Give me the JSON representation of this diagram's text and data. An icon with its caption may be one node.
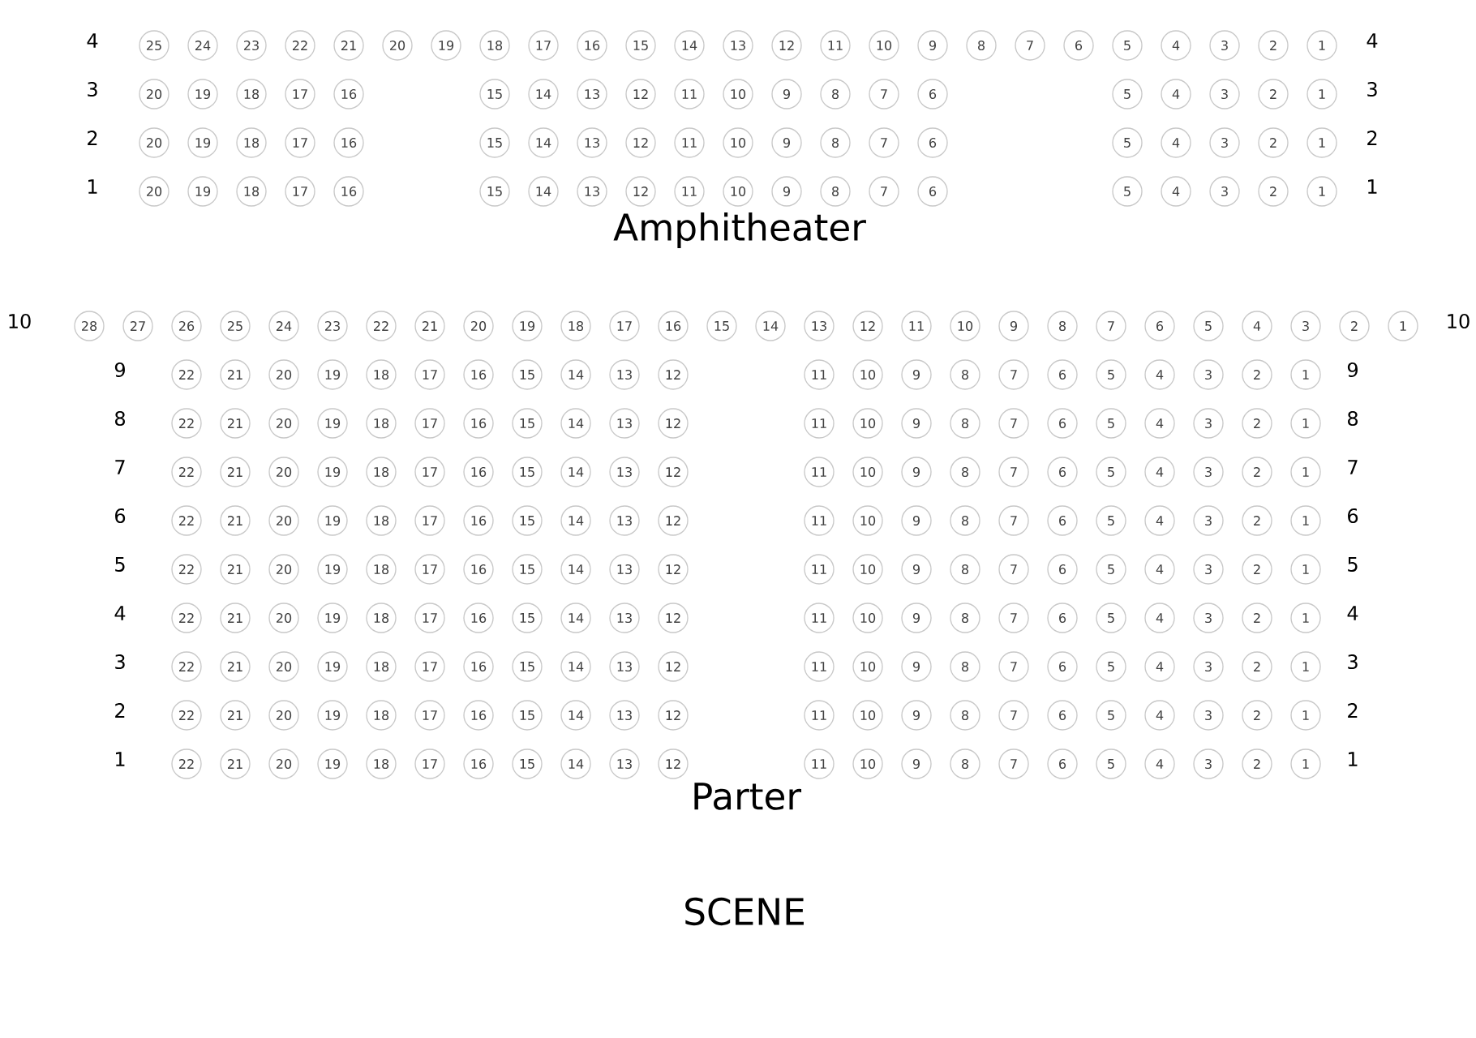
{
  "diagram": {
    "nodes": [
      {
        "text": [
          "25"
        ]
      },
      {
        "text": [
          "24"
        ]
      },
      {
        "text": [
          "23"
        ]
      },
      {
        "text": [
          "22"
        ]
      },
      {
        "text": [
          "21"
        ]
      },
      {
        "text": [
          "20"
        ]
      },
      {
        "text": [
          "19"
        ]
      },
      {
        "text": [
          "18"
        ]
      },
      {
        "text": [
          "17"
        ]
      },
      {
        "text": [
          "16"
        ]
      },
      {
        "text": [
          "15"
        ]
      },
      {
        "text": [
          "14"
        ]
      },
      {
        "text": [
          "13"
        ]
      },
      {
        "text": [
          "12"
        ]
      },
      {
        "text": [
          "11"
        ]
      },
      {
        "text": [
          "10"
        ]
      },
      {
        "text": [
          "9"
        ]
      },
      {
        "text": [
          "8"
        ]
      },
      {
        "text": [
          "7"
        ]
      },
      {
        "text": [
          "6"
        ]
      },
      {
        "text": [
          "5"
        ]
      },
      {
        "text": [
          "4"
        ]
      },
      {
        "text": [
          "3"
        ]
      },
      {
        "text": [
          "2"
        ]
      },
      {
        "text": [
          "1"
        ]
      },
      {
        "text": [
          "20"
        ]
      },
      {
        "text": [
          "19"
        ]
      },
      {
        "text": [
          "18"
        ]
      },
      {
        "text": [
          "17"
        ]
      },
      {
        "text": [
          "16"
        ]
      },
      {
        "text": [
          "15"
        ]
      },
      {
        "text": [
          "14"
        ]
      },
      {
        "text": [
          "13"
        ]
      },
      {
        "text": [
          "12"
        ]
      },
      {
        "text": [
          "11"
        ]
      },
      {
        "text": [
          "10"
        ]
      },
      {
        "text": [
          "9"
        ]
      },
      {
        "text": [
          "8"
        ]
      },
      {
        "text": [
          "7"
        ]
      },
      {
        "text": [
          "6"
        ]
      },
      {
        "text": [
          "5"
        ]
      },
      {
        "text": [
          "4"
        ]
      },
      {
        "text": [
          "3"
        ]
      },
      {
        "text": [
          "2"
        ]
      },
      {
        "text": [
          "1"
        ]
      },
      {
        "text": [
          "20"
        ]
      },
      {
        "text": [
          "19"
        ]
      },
      {
        "text": [
          "18"
        ]
      },
      {
        "text": [
          "17"
        ]
      },
      {
        "text": [
          "16"
        ]
      },
      {
        "text": [
          "15"
        ]
      },
      {
        "text": [
          "14"
        ]
      },
      {
        "text": [
          "13"
        ]
      },
      {
        "text": [
          "12"
        ]
      },
      {
        "text": [
          "11"
        ]
      },
      {
        "text": [
          "10"
        ]
      },
      {
        "text": [
          "9"
        ]
      },
      {
        "text": [
          "8"
        ]
      },
      {
        "text": [
          "7"
        ]
      },
      {
        "text": [
          "6"
        ]
      },
      {
        "text": [
          "5"
        ]
      },
      {
        "text": [
          "4"
        ]
      },
      {
        "text": [
          "3"
        ]
      },
      {
        "text": [
          "2"
        ]
      },
      {
        "text": [
          "1"
        ]
      },
      {
        "text": [
          "20"
        ]
      },
      {
        "text": [
          "19"
        ]
      },
      {
        "text": [
          "18"
        ]
      },
      {
        "text": [
          "17"
        ]
      },
      {
        "text": [
          "16"
        ]
      },
      {
        "text": [
          "15"
        ]
      },
      {
        "text": [
          "14"
        ]
      },
      {
        "text": [
          "13"
        ]
      },
      {
        "text": [
          "12"
        ]
      },
      {
        "text": [
          "11"
        ]
      },
      {
        "text": [
          "10"
        ]
      },
      {
        "text": [
          "9"
        ]
      },
      {
        "text": [
          "8"
        ]
      },
      {
        "text": [
          "7"
        ]
      },
      {
        "text": [
          "6"
        ]
      },
      {
        "text": [
          "5"
        ]
      },
      {
        "text": [
          "4"
        ]
      },
      {
        "text": [
          "3"
        ]
      },
      {
        "text": [
          "2"
        ]
      },
      {
        "text": [
          "1"
        ]
      },
      {
        "text": [
          "28"
        ]
      },
      {
        "text": [
          "27"
        ]
      },
      {
        "text": [
          "26"
        ]
      },
      {
        "text": [
          "25"
        ]
      },
      {
        "text": [
          "24"
        ]
      },
      {
        "text": [
          "23"
        ]
      },
      {
        "text": [
          "22"
        ]
      },
      {
        "text": [
          "21"
        ]
      },
      {
        "text": [
          "20"
        ]
      },
      {
        "text": [
          "19"
        ]
      },
      {
        "text": [
          "18"
        ]
      },
      {
        "text": [
          "17"
        ]
      },
      {
        "text": [
          "16"
        ]
      },
      {
        "text": [
          "15"
        ]
      },
      {
        "text": [
          "14"
        ]
      },
      {
        "text": [
          "13"
        ]
      },
      {
        "text": [
          "12"
        ]
      },
      {
        "text": [
          "11"
        ]
      },
      {
        "text": [
          "10"
        ]
      },
      {
        "text": [
          "9"
        ]
      },
      {
        "text": [
          "8"
        ]
      },
      {
        "text": [
          "7"
        ]
      },
      {
        "text": [
          "6"
        ]
      },
      {
        "text": [
          "5"
        ]
      },
      {
        "text": [
          "4"
        ]
      },
      {
        "text": [
          "3"
        ]
      },
      {
        "text": [
          "2"
        ]
      },
      {
        "text": [
          "1"
        ]
      },
      {
        "text": [
          "22"
        ]
      },
      {
        "text": [
          "21"
        ]
      },
      {
        "text": [
          "20"
        ]
      },
      {
        "text": [
          "19"
        ]
      },
      {
        "text": [
          "18"
        ]
      },
      {
        "text": [
          "17"
        ]
      },
      {
        "text": [
          "16"
        ]
      },
      {
        "text": [
          "15"
        ]
      },
      {
        "text": [
          "14"
        ]
      },
      {
        "text": [
          "13"
        ]
      },
      {
        "text": [
          "12"
        ]
      },
      {
        "text": [
          "11"
        ]
      },
      {
        "text": [
          "10"
        ]
      },
      {
        "text": [
          "9"
        ]
      },
      {
        "text": [
          "8"
        ]
      },
      {
        "text": [
          "7"
        ]
      },
      {
        "text": [
          "6"
        ]
      },
      {
        "text": [
          "5"
        ]
      },
      {
        "text": [
          "4"
        ]
      },
      {
        "text": [
          "3"
        ]
      },
      {
        "text": [
          "2"
        ]
      },
      {
        "text": [
          "1"
        ]
      },
      {
        "text": [
          "22"
        ]
      },
      {
        "text": [
          "21"
        ]
      },
      {
        "text": [
          "20"
        ]
      },
      {
        "text": [
          "19"
        ]
      },
      {
        "text": [
          "18"
        ]
      },
      {
        "text": [
          "17"
        ]
      },
      {
        "text": [
          "16"
        ]
      },
      {
        "text": [
          "15"
        ]
      },
      {
        "text": [
          "14"
        ]
      },
      {
        "text": [
          "13"
        ]
      },
      {
        "text": [
          "12"
        ]
      },
      {
        "text": [
          "11"
        ]
      },
      {
        "text": [
          "10"
        ]
      },
      {
        "text": [
          "9"
        ]
      },
      {
        "text": [
          "8"
        ]
      },
      {
        "text": [
          "7"
        ]
      },
      {
        "text": [
          "6"
        ]
      },
      {
        "text": [
          "5"
        ]
      },
      {
        "text": [
          "4"
        ]
      },
      {
        "text": [
          "3"
        ]
      },
      {
        "text": [
          "2"
        ]
      },
      {
        "text": [
          "1"
        ]
      },
      {
        "text": [
          "22"
        ]
      },
      {
        "text": [
          "21"
        ]
      },
      {
        "text": [
          "20"
        ]
      },
      {
        "text": [
          "19"
        ]
      },
      {
        "text": [
          "18"
        ]
      },
      {
        "text": [
          "17"
        ]
      },
      {
        "text": [
          "16"
        ]
      },
      {
        "text": [
          "15"
        ]
      },
      {
        "text": [
          "14"
        ]
      },
      {
        "text": [
          "13"
        ]
      },
      {
        "text": [
          "12"
        ]
      },
      {
        "text": [
          "11"
        ]
      },
      {
        "text": [
          "10"
        ]
      },
      {
        "text": [
          "9"
        ]
      },
      {
        "text": [
          "8"
        ]
      },
      {
        "text": [
          "7"
        ]
      },
      {
        "text": [
          "6"
        ]
      },
      {
        "text": [
          "5"
        ]
      },
      {
        "text": [
          "4"
        ]
      },
      {
        "text": [
          "3"
        ]
      },
      {
        "text": [
          "2"
        ]
      },
      {
        "text": [
          "1"
        ]
      },
      {
        "text": [
          "22"
        ]
      },
      {
        "text": [
          "21"
        ]
      },
      {
        "text": [
          "20"
        ]
      },
      {
        "text": [
          "19"
        ]
      },
      {
        "text": [
          "18"
        ]
      },
      {
        "text": [
          "17"
        ]
      },
      {
        "text": [
          "16"
        ]
      },
      {
        "text": [
          "15"
        ]
      },
      {
        "text": [
          "14"
        ]
      },
      {
        "text": [
          "13"
        ]
      },
      {
        "text": [
          "12"
        ]
      },
      {
        "text": [
          "11"
        ]
      },
      {
        "text": [
          "10"
        ]
      },
      {
        "text": [
          "9"
        ]
      },
      {
        "text": [
          "8"
        ]
      },
      {
        "text": [
          "7"
        ]
      },
      {
        "text": [
          "6"
        ]
      },
      {
        "text": [
          "5"
        ]
      },
      {
        "text": [
          "4"
        ]
      },
      {
        "text": [
          "3"
        ]
      },
      {
        "text": [
          "2"
        ]
      },
      {
        "text": [
          "1"
        ]
      },
      {
        "text": [
          "22"
        ]
      },
      {
        "text": [
          "21"
        ]
      },
      {
        "text": [
          "20"
        ]
      },
      {
        "text": [
          "19"
        ]
      },
      {
        "text": [
          "18"
        ]
      },
      {
        "text": [
          "17"
        ]
      },
      {
        "text": [
          "16"
        ]
      },
      {
        "text": [
          "15"
        ]
      },
      {
        "text": [
          "14"
        ]
      },
      {
        "text": [
          "13"
        ]
      },
      {
        "text": [
          "12"
        ]
      },
      {
        "text": [
          "11"
        ]
      },
      {
        "text": [
          "10"
        ]
      },
      {
        "text": [
          "9"
        ]
      },
      {
        "text": [
          "8"
        ]
      },
      {
        "text": [
          "7"
        ]
      },
      {
        "text": [
          "6"
        ]
      },
      {
        "text": [
          "5"
        ]
      },
      {
        "text": [
          "4"
        ]
      },
      {
        "text": [
          "3"
        ]
      },
      {
        "text": [
          "2"
        ]
      },
      {
        "text": [
          "1"
        ]
      },
      {
        "text": [
          "22"
        ]
      },
      {
        "text": [
          "21"
        ]
      },
      {
        "text": [
          "20"
        ]
      },
      {
        "text": [
          "19"
        ]
      },
      {
        "text": [
          "18"
        ]
      },
      {
        "text": [
          "17"
        ]
      },
      {
        "text": [
          "16"
        ]
      },
      {
        "text": [
          "15"
        ]
      },
      {
        "text": [
          "14"
        ]
      },
      {
        "text": [
          "13"
        ]
      },
      {
        "text": [
          "12"
        ]
      },
      {
        "text": [
          "11"
        ]
      },
      {
        "text": [
          "10"
        ]
      },
      {
        "text": [
          "9"
        ]
      },
      {
        "text": [
          "8"
        ]
      },
      {
        "text": [
          "7"
        ]
      },
      {
        "text": [
          "6"
        ]
      },
      {
        "text": [
          "5"
        ]
      },
      {
        "text": [
          "4"
        ]
      },
      {
        "text": [
          "3"
        ]
      },
      {
        "text": [
          "2"
        ]
      },
      {
        "text": [
          "1"
        ]
      },
      {
        "text": [
          "22"
        ]
      },
      {
        "text": [
          "21"
        ]
      },
      {
        "text": [
          "20"
        ]
      },
      {
        "text": [
          "19"
        ]
      },
      {
        "text": [
          "18"
        ]
      },
      {
        "text": [
          "17"
        ]
      },
      {
        "text": [
          "16"
        ]
      },
      {
        "text": [
          "15"
        ]
      },
      {
        "text": [
          "14"
        ]
      },
      {
        "text": [
          "13"
        ]
      },
      {
        "text": [
          "12"
        ]
      },
      {
        "text": [
          "11"
        ]
      },
      {
        "text": [
          "10"
        ]
      },
      {
        "text": [
          "9"
        ]
      },
      {
        "text": [
          "8"
        ]
      },
      {
        "text": [
          "7"
        ]
      },
      {
        "text": [
          "6"
        ]
      },
      {
        "text": [
          "5"
        ]
      },
      {
        "text": [
          "4"
        ]
      },
      {
        "text": [
          "3"
        ]
      },
      {
        "text": [
          "2"
        ]
      },
      {
        "text": [
          "1"
        ]
      },
      {
        "text": [
          "22"
        ]
      },
      {
        "text": [
          "21"
        ]
      },
      {
        "text": [
          "20"
        ]
      },
      {
        "text": [
          "19"
        ]
      },
      {
        "text": [
          "18"
        ]
      },
      {
        "text": [
          "17"
        ]
      },
      {
        "text": [
          "16"
        ]
      },
      {
        "text": [
          "15"
        ]
      },
      {
        "text": [
          "14"
        ]
      },
      {
        "text": [
          "13"
        ]
      },
      {
        "text": [
          "12"
        ]
      },
      {
        "text": [
          "11"
        ]
      },
      {
        "text": [
          "10"
        ]
      },
      {
        "text": [
          "9"
        ]
      },
      {
        "text": [
          "8"
        ]
      },
      {
        "text": [
          "7"
        ]
      },
      {
        "text": [
          "6"
        ]
      },
      {
        "text": [
          "5"
        ]
      },
      {
        "text": [
          "4"
        ]
      },
      {
        "text": [
          "3"
        ]
      },
      {
        "text": [
          "2"
        ]
      },
      {
        "text": [
          "1"
        ]
      },
      {
        "text": [
          "22"
        ]
      },
      {
        "text": [
          "21"
        ]
      },
      {
        "text": [
          "20"
        ]
      },
      {
        "text": [
          "19"
        ]
      },
      {
        "text": [
          "18"
        ]
      },
      {
        "text": [
          "17"
        ]
      },
      {
        "text": [
          "16"
        ]
      },
      {
        "text": [
          "15"
        ]
      },
      {
        "text": [
          "14"
        ]
      },
      {
        "text": [
          "13"
        ]
      },
      {
        "text": [
          "12"
        ]
      },
      {
        "text": [
          "11"
        ]
      },
      {
        "text": [
          "10"
        ]
      },
      {
        "text": [
          "9"
        ]
      },
      {
        "text": [
          "8"
        ]
      },
      {
        "text": [
          "7"
        ]
      },
      {
        "text": [
          "6"
        ]
      },
      {
        "text": [
          "5"
        ]
      },
      {
        "text": [
          "4"
        ]
      },
      {
        "text": [
          "3"
        ]
      },
      {
        "text": [
          "2"
        ]
      },
      {
        "text": [
          "1"
        ]
      }
    ],
    "labels": [
      "4",
      "4",
      "3",
      "3",
      "2",
      "2",
      "1",
      "1",
      "Amphitheater",
      "10",
      "10",
      "9",
      "9",
      "8",
      "8",
      "7",
      "7",
      "6",
      "6",
      "5",
      "5",
      "4",
      "4",
      "3",
      "3",
      "2",
      "2",
      "1",
      "1",
      "Parter",
      "SCENE"
    ]
  }
}
